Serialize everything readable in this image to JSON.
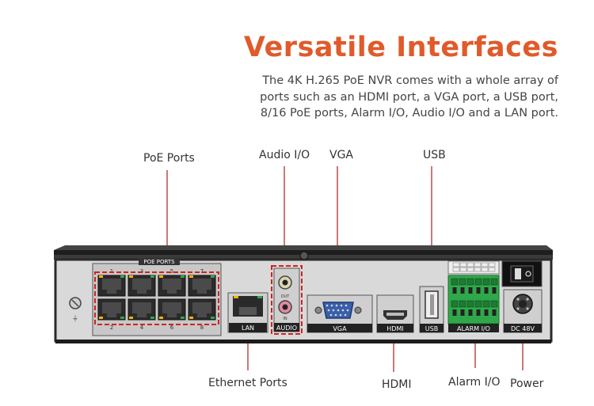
{
  "header": {
    "title": "Versatile Interfaces",
    "description_lines": [
      "The 4K H.265 PoE NVR comes with a whole array of",
      "ports such as an HDMI port, a VGA port, a USB port,",
      "8/16 PoE ports, Alarm I/O, Audio I/O and a LAN port."
    ]
  },
  "callouts": {
    "poe_ports": "PoE Ports",
    "audio_io": "Audio I/O",
    "vga": "VGA",
    "usb": "USB",
    "ethernet_ports": "Ethernet Ports",
    "hdmi": "HDMI",
    "alarm_io": "Alarm I/O",
    "power": "Power"
  },
  "panel_labels": {
    "poe_header": "POE PORTS",
    "port_numbers_top": [
      "1",
      "3",
      "5",
      "7"
    ],
    "port_numbers_bottom": [
      "2",
      "4",
      "6",
      "8"
    ],
    "lan": "LAN",
    "audio": "AUDIO",
    "audio_out": "OUT",
    "audio_in": "IN",
    "vga": "VGA",
    "hdmi": "HDMI",
    "usb": "USB",
    "alarm": "ALARM I/O",
    "dc": "DC 48V"
  },
  "colors": {
    "accent": "#e05a2a",
    "highlight_box": "#d42020",
    "leader_line": "#b03030",
    "chassis": "#2b2b2b",
    "terminal_green": "#2fa84a"
  }
}
